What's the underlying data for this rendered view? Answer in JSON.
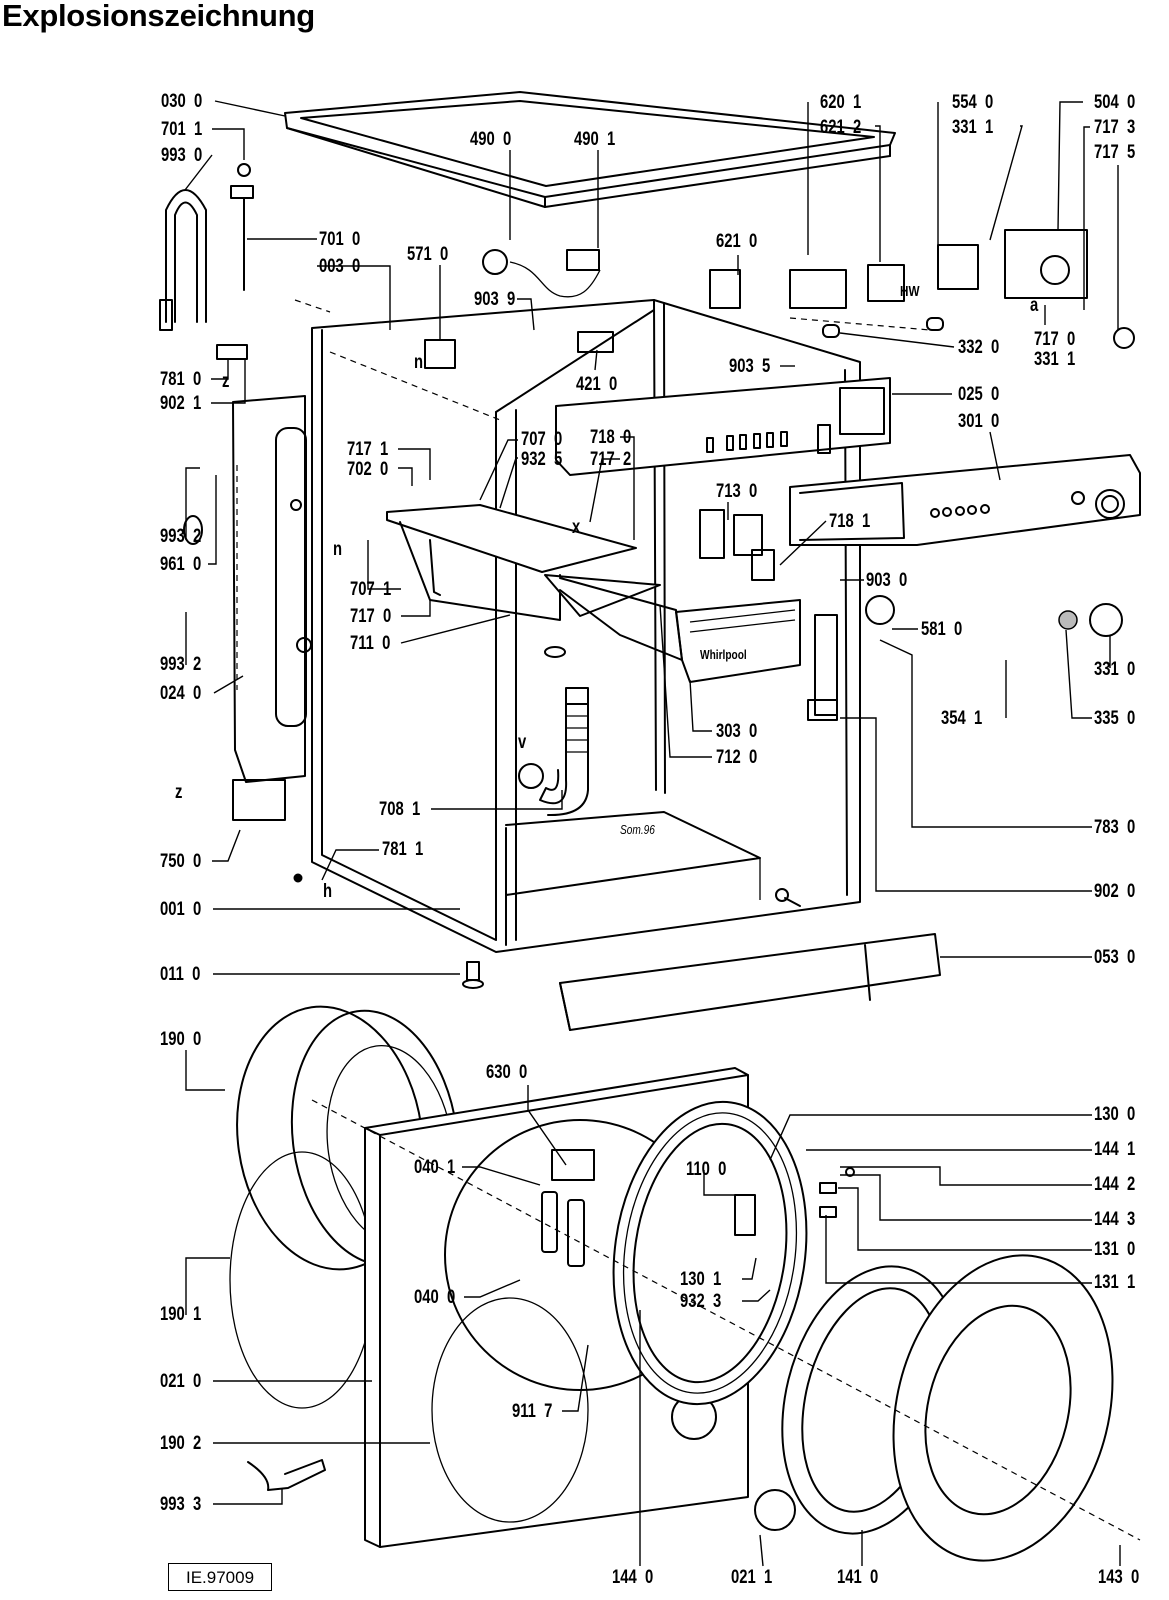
{
  "title": "Explosionszeichnung",
  "reference": "IE.97009",
  "letters": {
    "z1": "z",
    "z2": "z",
    "n1": "n",
    "n2": "n",
    "h": "h",
    "v": "v",
    "x": "x",
    "a": "a",
    "hw": "HW",
    "som": "Som.96",
    "brand": "Whirlpool"
  },
  "labels": [
    {
      "id": "030-0",
      "text": "030  0"
    },
    {
      "id": "701-1",
      "text": "701  1"
    },
    {
      "id": "993-0",
      "text": "993  0"
    },
    {
      "id": "701-0",
      "text": "701  0"
    },
    {
      "id": "003-0",
      "text": "003  0"
    },
    {
      "id": "490-0",
      "text": "490  0"
    },
    {
      "id": "490-1",
      "text": "490  1"
    },
    {
      "id": "571-0",
      "text": "571  0"
    },
    {
      "id": "903-9",
      "text": "903  9"
    },
    {
      "id": "781-0",
      "text": "781  0"
    },
    {
      "id": "902-1",
      "text": "902  1"
    },
    {
      "id": "421-0",
      "text": "421  0"
    },
    {
      "id": "620-1",
      "text": "620  1"
    },
    {
      "id": "621-2",
      "text": "621  2"
    },
    {
      "id": "554-0",
      "text": "554  0"
    },
    {
      "id": "331-1a",
      "text": "331  1"
    },
    {
      "id": "504-0",
      "text": "504  0"
    },
    {
      "id": "717-3",
      "text": "717  3"
    },
    {
      "id": "717-5",
      "text": "717  5"
    },
    {
      "id": "621-0",
      "text": "621  0"
    },
    {
      "id": "332-0",
      "text": "332  0"
    },
    {
      "id": "717-0a",
      "text": "717  0"
    },
    {
      "id": "331-1b",
      "text": "331  1"
    },
    {
      "id": "903-5",
      "text": "903  5"
    },
    {
      "id": "025-0",
      "text": "025  0"
    },
    {
      "id": "301-0",
      "text": "301  0"
    },
    {
      "id": "717-1",
      "text": "717  1"
    },
    {
      "id": "702-0",
      "text": "702  0"
    },
    {
      "id": "707-0",
      "text": "707  0"
    },
    {
      "id": "932-5",
      "text": "932  5"
    },
    {
      "id": "718-0",
      "text": "718  0"
    },
    {
      "id": "717-2",
      "text": "717  2"
    },
    {
      "id": "713-0",
      "text": "713  0"
    },
    {
      "id": "718-1",
      "text": "718  1"
    },
    {
      "id": "993-2a",
      "text": "993  2"
    },
    {
      "id": "961-0",
      "text": "961  0"
    },
    {
      "id": "707-1",
      "text": "707  1"
    },
    {
      "id": "717-0b",
      "text": "717  0"
    },
    {
      "id": "711-0",
      "text": "711  0"
    },
    {
      "id": "903-0",
      "text": "903  0"
    },
    {
      "id": "581-0",
      "text": "581  0"
    },
    {
      "id": "331-0",
      "text": "331  0"
    },
    {
      "id": "993-2b",
      "text": "993  2"
    },
    {
      "id": "024-0",
      "text": "024  0"
    },
    {
      "id": "335-0",
      "text": "335  0"
    },
    {
      "id": "354-1",
      "text": "354  1"
    },
    {
      "id": "303-0",
      "text": "303  0"
    },
    {
      "id": "712-0",
      "text": "712  0"
    },
    {
      "id": "708-1",
      "text": "708  1"
    },
    {
      "id": "783-0",
      "text": "783  0"
    },
    {
      "id": "750-0",
      "text": "750  0"
    },
    {
      "id": "781-1",
      "text": "781  1"
    },
    {
      "id": "902-0",
      "text": "902  0"
    },
    {
      "id": "001-0",
      "text": "001  0"
    },
    {
      "id": "011-0",
      "text": "011  0"
    },
    {
      "id": "053-0",
      "text": "053  0"
    },
    {
      "id": "190-0",
      "text": "190  0"
    },
    {
      "id": "630-0",
      "text": "630  0"
    },
    {
      "id": "130-0",
      "text": "130  0"
    },
    {
      "id": "144-1",
      "text": "144  1"
    },
    {
      "id": "040-1",
      "text": "040  1"
    },
    {
      "id": "110-0",
      "text": "110  0"
    },
    {
      "id": "144-2",
      "text": "144  2"
    },
    {
      "id": "144-3",
      "text": "144  3"
    },
    {
      "id": "131-0",
      "text": "131  0"
    },
    {
      "id": "131-1",
      "text": "131  1"
    },
    {
      "id": "130-1",
      "text": "130  1"
    },
    {
      "id": "932-3",
      "text": "932  3"
    },
    {
      "id": "190-1",
      "text": "190  1"
    },
    {
      "id": "040-0",
      "text": "040  0"
    },
    {
      "id": "021-0",
      "text": "021  0"
    },
    {
      "id": "911-7",
      "text": "911  7"
    },
    {
      "id": "190-2",
      "text": "190  2"
    },
    {
      "id": "993-3",
      "text": "993  3"
    },
    {
      "id": "144-0",
      "text": "144  0"
    },
    {
      "id": "021-1",
      "text": "021  1"
    },
    {
      "id": "141-0",
      "text": "141  0"
    },
    {
      "id": "143-0",
      "text": "143  0"
    }
  ]
}
